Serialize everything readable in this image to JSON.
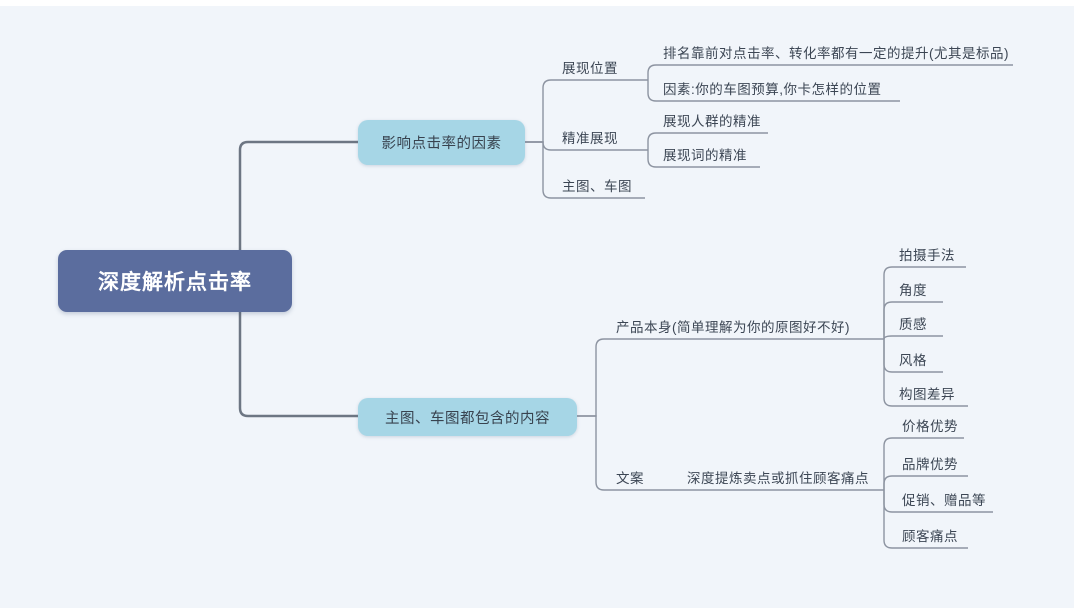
{
  "colors": {
    "background": "#f1f5fa",
    "root_bg": "#5b6d9e",
    "root_text": "#ffffff",
    "branch_bg": "#a6d6e6",
    "branch_text": "#38434f",
    "label_text": "#3c4654",
    "line": "#8d94a1",
    "root_line": "#6d7683"
  },
  "mindmap": {
    "root": {
      "label": "深度解析点击率"
    },
    "branches": [
      {
        "label": "影响点击率的因素",
        "children": [
          {
            "label": "展现位置",
            "children": [
              {
                "label": "排名靠前对点击率、转化率都有一定的提升(尤其是标品)"
              },
              {
                "label": "因素:你的车图预算,你卡怎样的位置"
              }
            ]
          },
          {
            "label": "精准展现",
            "children": [
              {
                "label": "展现人群的精准"
              },
              {
                "label": "展现词的精准"
              }
            ]
          },
          {
            "label": "主图、车图"
          }
        ]
      },
      {
        "label": "主图、车图都包含的内容",
        "children": [
          {
            "label": "产品本身(简单理解为你的原图好不好)",
            "children": [
              {
                "label": "拍摄手法"
              },
              {
                "label": "角度"
              },
              {
                "label": "质感"
              },
              {
                "label": "风格"
              },
              {
                "label": "构图差异"
              }
            ]
          },
          {
            "label": "文案",
            "note": "深度提炼卖点或抓住顾客痛点",
            "children": [
              {
                "label": "价格优势"
              },
              {
                "label": "品牌优势"
              },
              {
                "label": "促销、赠品等"
              },
              {
                "label": "顾客痛点"
              }
            ]
          }
        ]
      }
    ]
  }
}
